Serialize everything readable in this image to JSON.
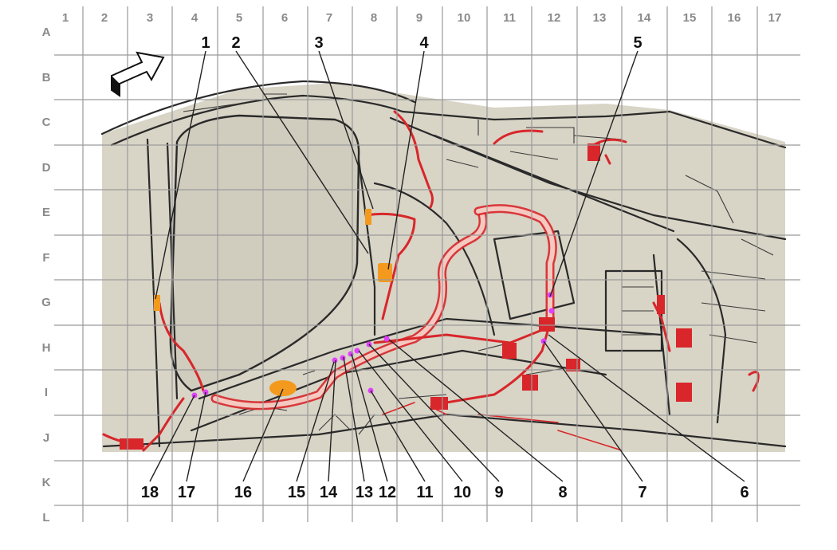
{
  "grid": {
    "columns": [
      "1",
      "2",
      "3",
      "4",
      "5",
      "6",
      "7",
      "8",
      "9",
      "10",
      "11",
      "12",
      "13",
      "14",
      "15",
      "16",
      "17"
    ],
    "rows": [
      "A",
      "B",
      "C",
      "D",
      "E",
      "F",
      "G",
      "H",
      "I",
      "J",
      "K",
      "L"
    ]
  },
  "callouts": [
    {
      "label": "1"
    },
    {
      "label": "2"
    },
    {
      "label": "3"
    },
    {
      "label": "4"
    },
    {
      "label": "5"
    },
    {
      "label": "6"
    },
    {
      "label": "7"
    },
    {
      "label": "8"
    },
    {
      "label": "9"
    },
    {
      "label": "10"
    },
    {
      "label": "11"
    },
    {
      "label": "12"
    },
    {
      "label": "13"
    },
    {
      "label": "14"
    },
    {
      "label": "15"
    },
    {
      "label": "16"
    },
    {
      "label": "17"
    },
    {
      "label": "18"
    }
  ],
  "colors": {
    "harness": "#d8262a",
    "connector": "#f39a1e",
    "marker": "#e040fb",
    "background_panel": "#d8d4c6",
    "grid": "#9a9a9a"
  },
  "icons": [
    "orientation-arrow-icon"
  ]
}
